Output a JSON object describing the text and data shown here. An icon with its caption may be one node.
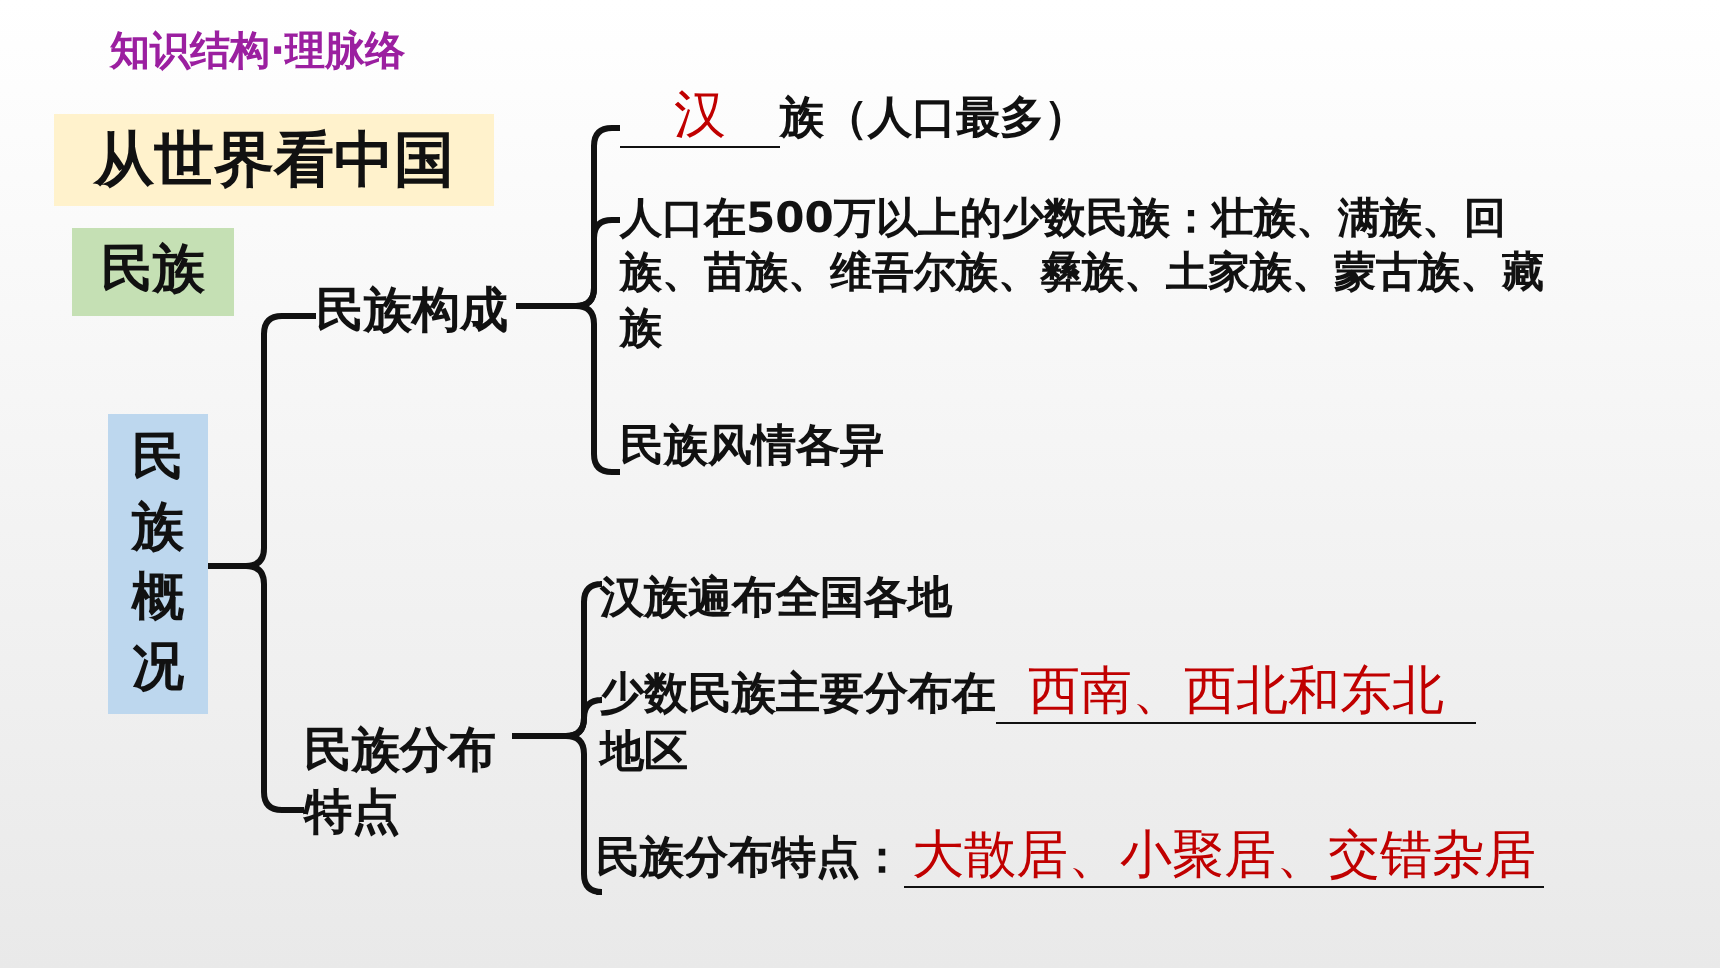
{
  "diagram": {
    "title": "知识结构·理脉络",
    "nodes": [
      {
        "text": [
          "从世界看中国"
        ]
      },
      {
        "text": [
          "民族"
        ]
      },
      {
        "text": [
          "民族概况"
        ]
      },
      {
        "text": [
          "民族构成"
        ]
      },
      {
        "text": [
          "民族分布特点"
        ]
      },
      {
        "text": [
          "汉",
          "族（人口最多）"
        ]
      },
      {
        "text": [
          "人口在500万以上的少数民族：壮族、满族、回族、苗族、维吾尔族、彝族、土家族、蒙古族、藏族"
        ]
      },
      {
        "text": [
          "民族风情各异"
        ]
      },
      {
        "text": [
          "汉族遍布全国各地"
        ]
      },
      {
        "text": [
          "少数民族主要分布在",
          "西南、西北和东北",
          "地区"
        ]
      },
      {
        "text": [
          "民族分布特点：",
          "大散居、小聚居、交错杂居"
        ]
      }
    ],
    "edges": [
      {
        "from": 2,
        "to": 3,
        "arrow": "none"
      },
      {
        "from": 2,
        "to": 4,
        "arrow": "none"
      },
      {
        "from": 3,
        "to": 5,
        "arrow": "none"
      },
      {
        "from": 3,
        "to": 6,
        "arrow": "none"
      },
      {
        "from": 3,
        "to": 7,
        "arrow": "none"
      },
      {
        "from": 4,
        "to": 8,
        "arrow": "none"
      },
      {
        "from": 4,
        "to": 9,
        "arrow": "none"
      },
      {
        "from": 4,
        "to": 10,
        "arrow": "none"
      }
    ]
  }
}
